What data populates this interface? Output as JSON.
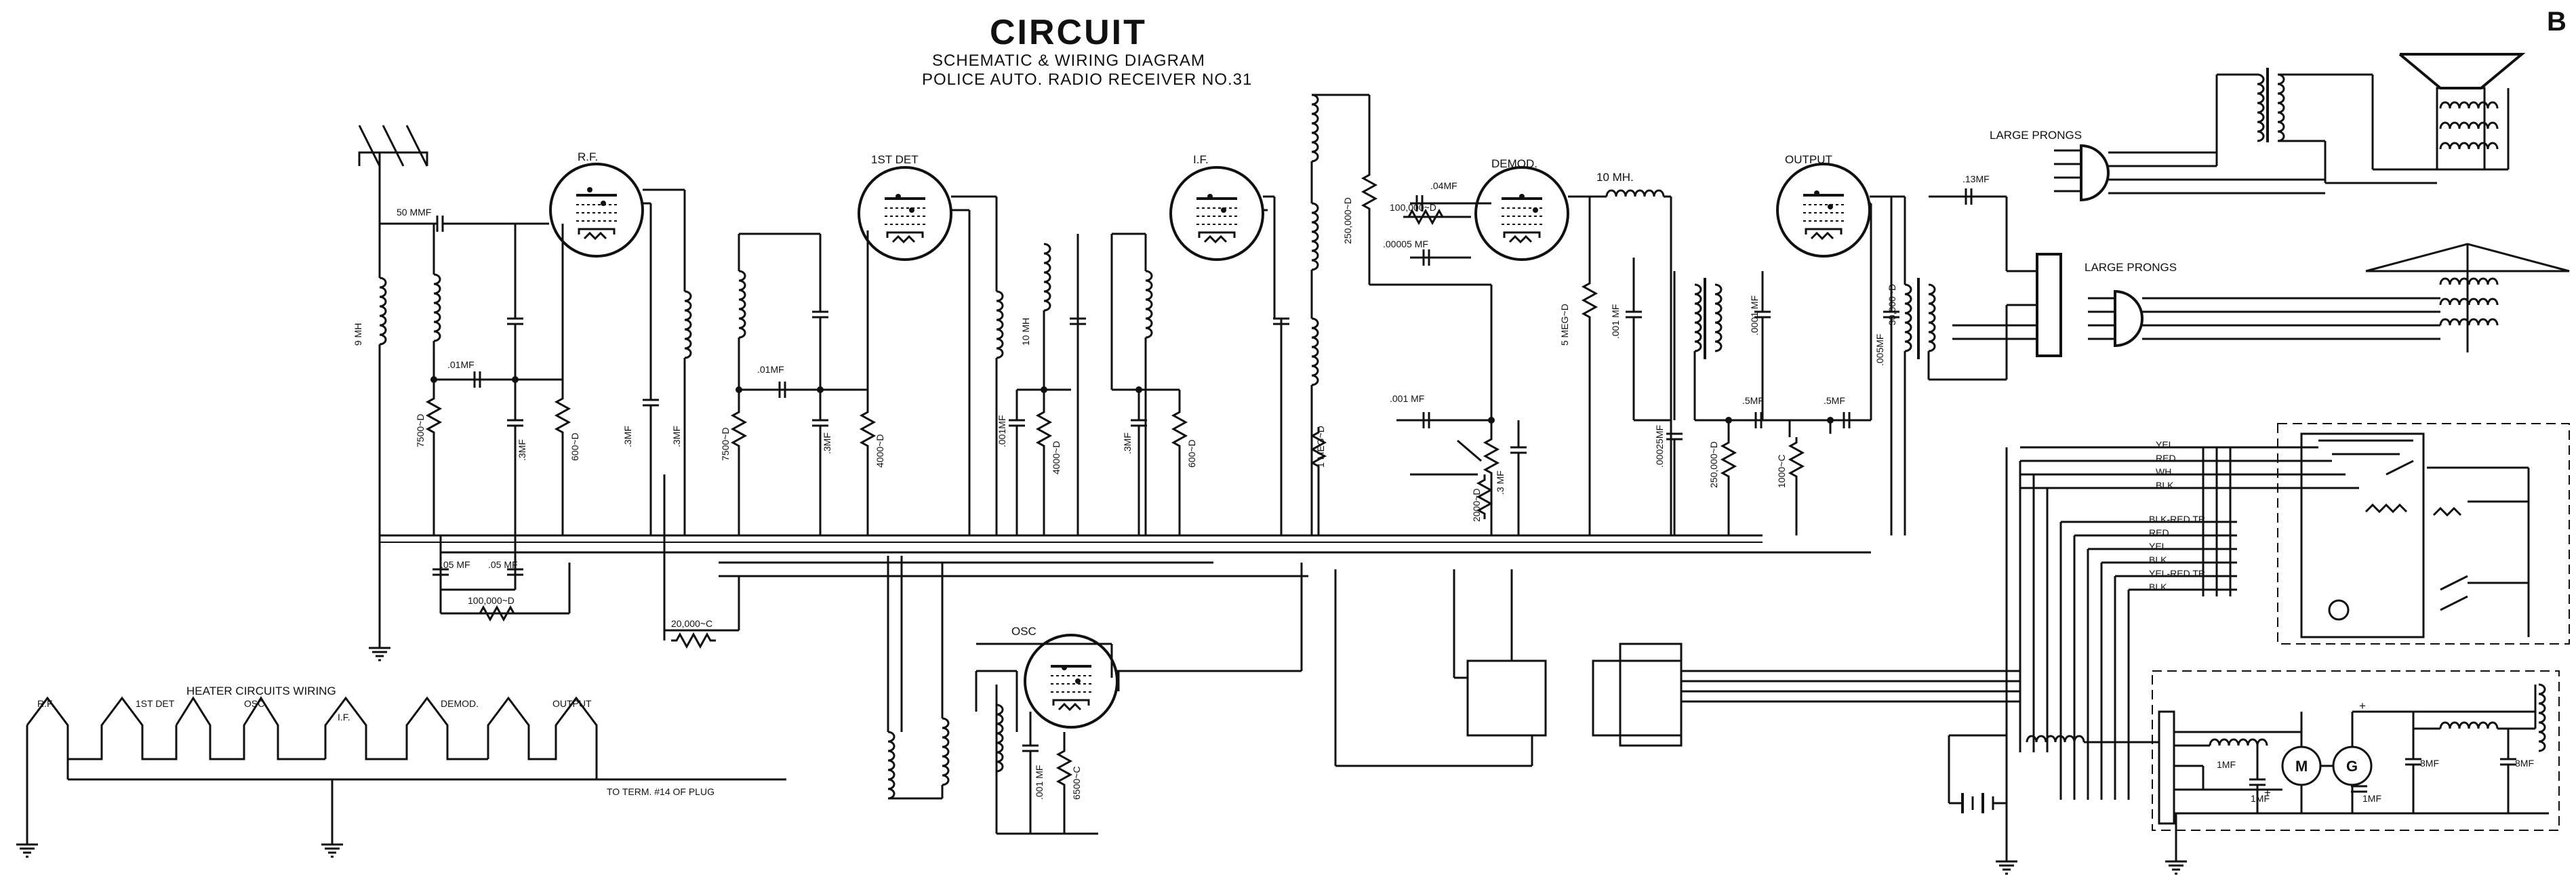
{
  "sheet_letter": "B",
  "title": "CIRCUIT",
  "subtitle": "SCHEMATIC & WIRING DIAGRAM",
  "model": "POLICE AUTO. RADIO RECEIVER NO.31",
  "tubes": {
    "rf": "R.F.",
    "det1": "1ST DET",
    "if": "I.F.",
    "demod": "DEMOD.",
    "output": "OUTPUT",
    "osc": "OSC"
  },
  "components": {
    "c_50mmf": "50 MMF",
    "l_9mh": "9 MH",
    "c_01mf_a": ".01MF",
    "r_7500_a": "7500~D",
    "c_3mf_a": ".3MF",
    "r_600_a": "600~D",
    "c_3mf_b": ".3MF",
    "c_3mf_c": ".3MF",
    "r_7500_b": "7500~D",
    "c_01mf_b": ".01MF",
    "c_3mf_d": ".3MF",
    "r_4000_a": "4000~D",
    "c_001mf_a": ".001MF",
    "l_10mh_a": "10 MH",
    "r_4000_b": "4000~D",
    "c_3mf_e": ".3MF",
    "r_600_b": "600~D",
    "r_100000_a": "100,000~D",
    "c_04mf": ".04MF",
    "r_250000": "250,000~D",
    "c_00005mf": ".00005 MF",
    "l_10mh_b": "10 MH.",
    "r_5meg": "5 MEG~D",
    "c_001mf_b": ".001 MF",
    "c_001mf_c": ".001 MF",
    "r_1meg": "1 MEG~D",
    "r_2000": "2000~D",
    "c_3mf_f": ".3 MF",
    "c_00025mf": ".00025MF",
    "c_13mf": ".13MF",
    "c_0001mf": ".0001 MF",
    "c_005mf": ".005MF",
    "r_30000": "30,000~D",
    "c_5mf_a": ".5MF",
    "c_5mf_b": ".5MF",
    "r_250000_b": "250,000~D",
    "r_1000": "1000~C",
    "c_05mf_a": ".05 MF",
    "c_05mf_b": ".05 MF",
    "r_100000_b": "100,000~D",
    "r_20000": "20,000~C",
    "c_001mf_osc": ".001 MF",
    "r_6500": "6500~C"
  },
  "prongs": {
    "upper": "LARGE PRONGS",
    "lower": "LARGE PRONGS"
  },
  "wire_colors_upper": [
    "YEL",
    "RED",
    "WH",
    "BLK"
  ],
  "wire_colors_lower": [
    "BLK-RED TR",
    "RED",
    "YEL",
    "BLK",
    "YEL-RED TR",
    "BLK"
  ],
  "heater": {
    "title": "HEATER CIRCUITS WIRING",
    "labels": [
      "R.F.",
      "1ST DET",
      "OSC",
      "I.F.",
      "DEMOD.",
      "OUTPUT"
    ],
    "to_term": "TO TERM. #14 OF PLUG"
  },
  "power": {
    "motor": "M",
    "generator": "G",
    "c_1mf_a": "1MF",
    "c_1mf_b": "1MF",
    "c_1mf_c": "1MF",
    "c_8mf_a": "8MF",
    "c_8mf_b": "8MF",
    "plus_a": "+",
    "plus_b": "+"
  }
}
